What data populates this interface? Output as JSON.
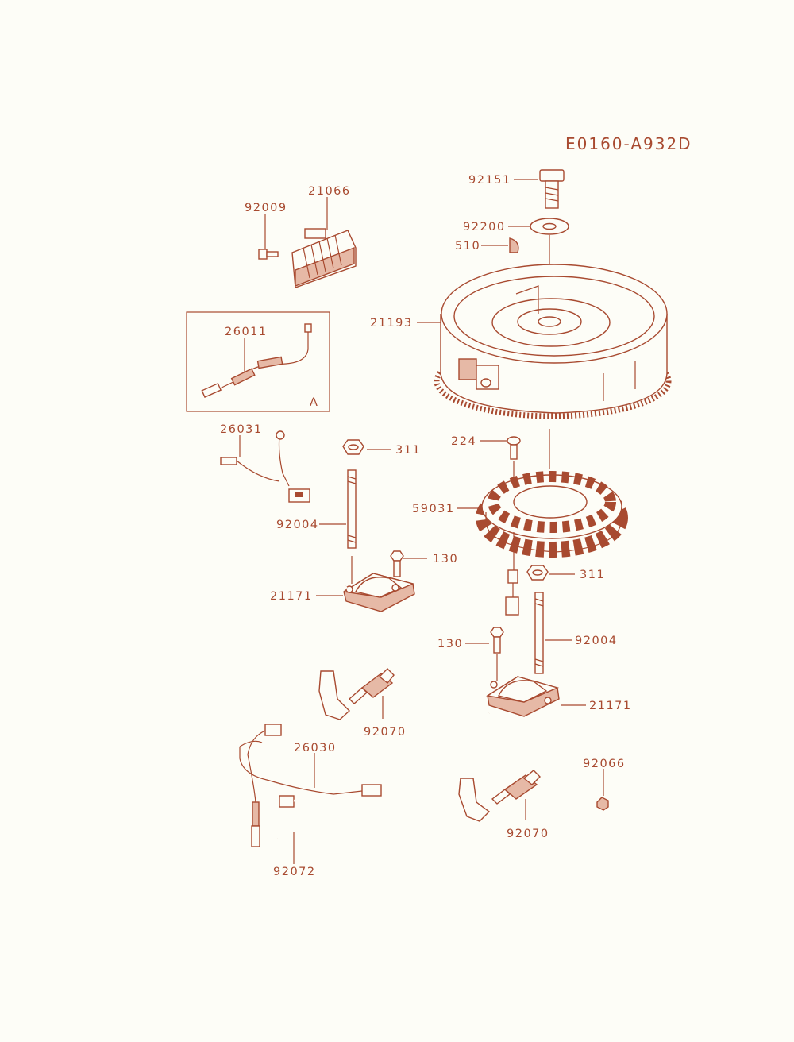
{
  "diagram": {
    "code": "E0160-A932D",
    "colors": {
      "ink": "#a84a30",
      "fill": "#e6b9a6",
      "background": "#fdfdf7"
    },
    "inset_letter": "A",
    "labels": {
      "p92151": "92151",
      "p92200": "92200",
      "p510": "510",
      "p21066": "21066",
      "p92009": "92009",
      "p21193": "21193",
      "p26011": "26011",
      "p26031": "26031",
      "p224": "224",
      "p311a": "311",
      "p59031": "59031",
      "p92004a": "92004",
      "p130a": "130",
      "p311b": "311",
      "p21171a": "21171",
      "p130b": "130",
      "p92004b": "92004",
      "p92070a": "92070",
      "p21171b": "21171",
      "p26030": "26030",
      "p92066": "92066",
      "p92070b": "92070",
      "p92072": "92072"
    }
  }
}
